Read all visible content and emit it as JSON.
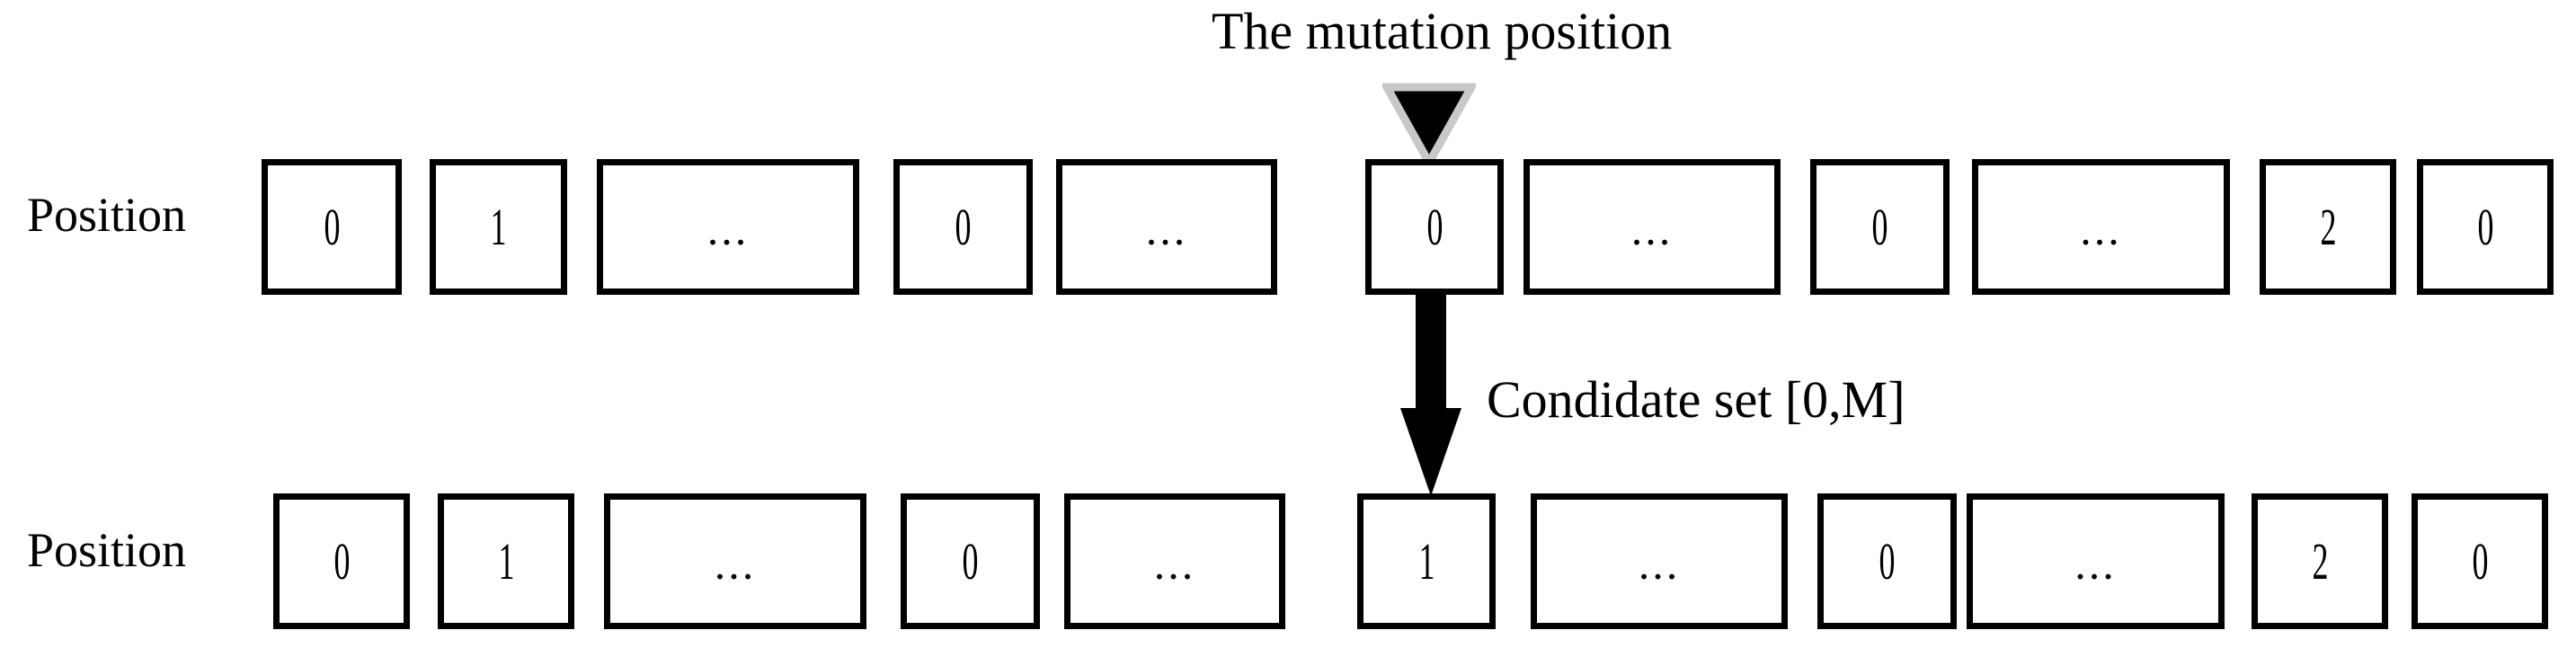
{
  "diagram": {
    "title_annotation": "The mutation position",
    "arrow_annotation": "Condidate set [0,M]",
    "marker_icon": "triangle-down-marker",
    "arrow_icon": "down-arrow",
    "colors": {
      "stroke": "#000000",
      "fill": "#ffffff",
      "marker_outline": "#c8c8c8",
      "marker_fill": "#000000"
    }
  },
  "rows": [
    {
      "name": "parent-chromosome",
      "label": "Position",
      "genes": [
        {
          "value": "0",
          "kind": "value"
        },
        {
          "value": "1",
          "kind": "value"
        },
        {
          "value": "...",
          "kind": "ellipsis"
        },
        {
          "value": "0",
          "kind": "value"
        },
        {
          "value": "...",
          "kind": "ellipsis"
        },
        {
          "value": "0",
          "kind": "value"
        },
        {
          "value": "...",
          "kind": "ellipsis"
        },
        {
          "value": "0",
          "kind": "value"
        },
        {
          "value": "...",
          "kind": "ellipsis"
        },
        {
          "value": "2",
          "kind": "value"
        },
        {
          "value": "0",
          "kind": "value"
        }
      ]
    },
    {
      "name": "mutated-chromosome",
      "label": "Position",
      "genes": [
        {
          "value": "0",
          "kind": "value"
        },
        {
          "value": "1",
          "kind": "value"
        },
        {
          "value": "...",
          "kind": "ellipsis"
        },
        {
          "value": "0",
          "kind": "value"
        },
        {
          "value": "...",
          "kind": "ellipsis"
        },
        {
          "value": "1",
          "kind": "value"
        },
        {
          "value": "...",
          "kind": "ellipsis"
        },
        {
          "value": "0",
          "kind": "value"
        },
        {
          "value": "...",
          "kind": "ellipsis"
        },
        {
          "value": "2",
          "kind": "value"
        },
        {
          "value": "0",
          "kind": "value"
        }
      ]
    }
  ],
  "mutation": {
    "gene_index": 5,
    "from_value": "0",
    "to_value": "1"
  }
}
